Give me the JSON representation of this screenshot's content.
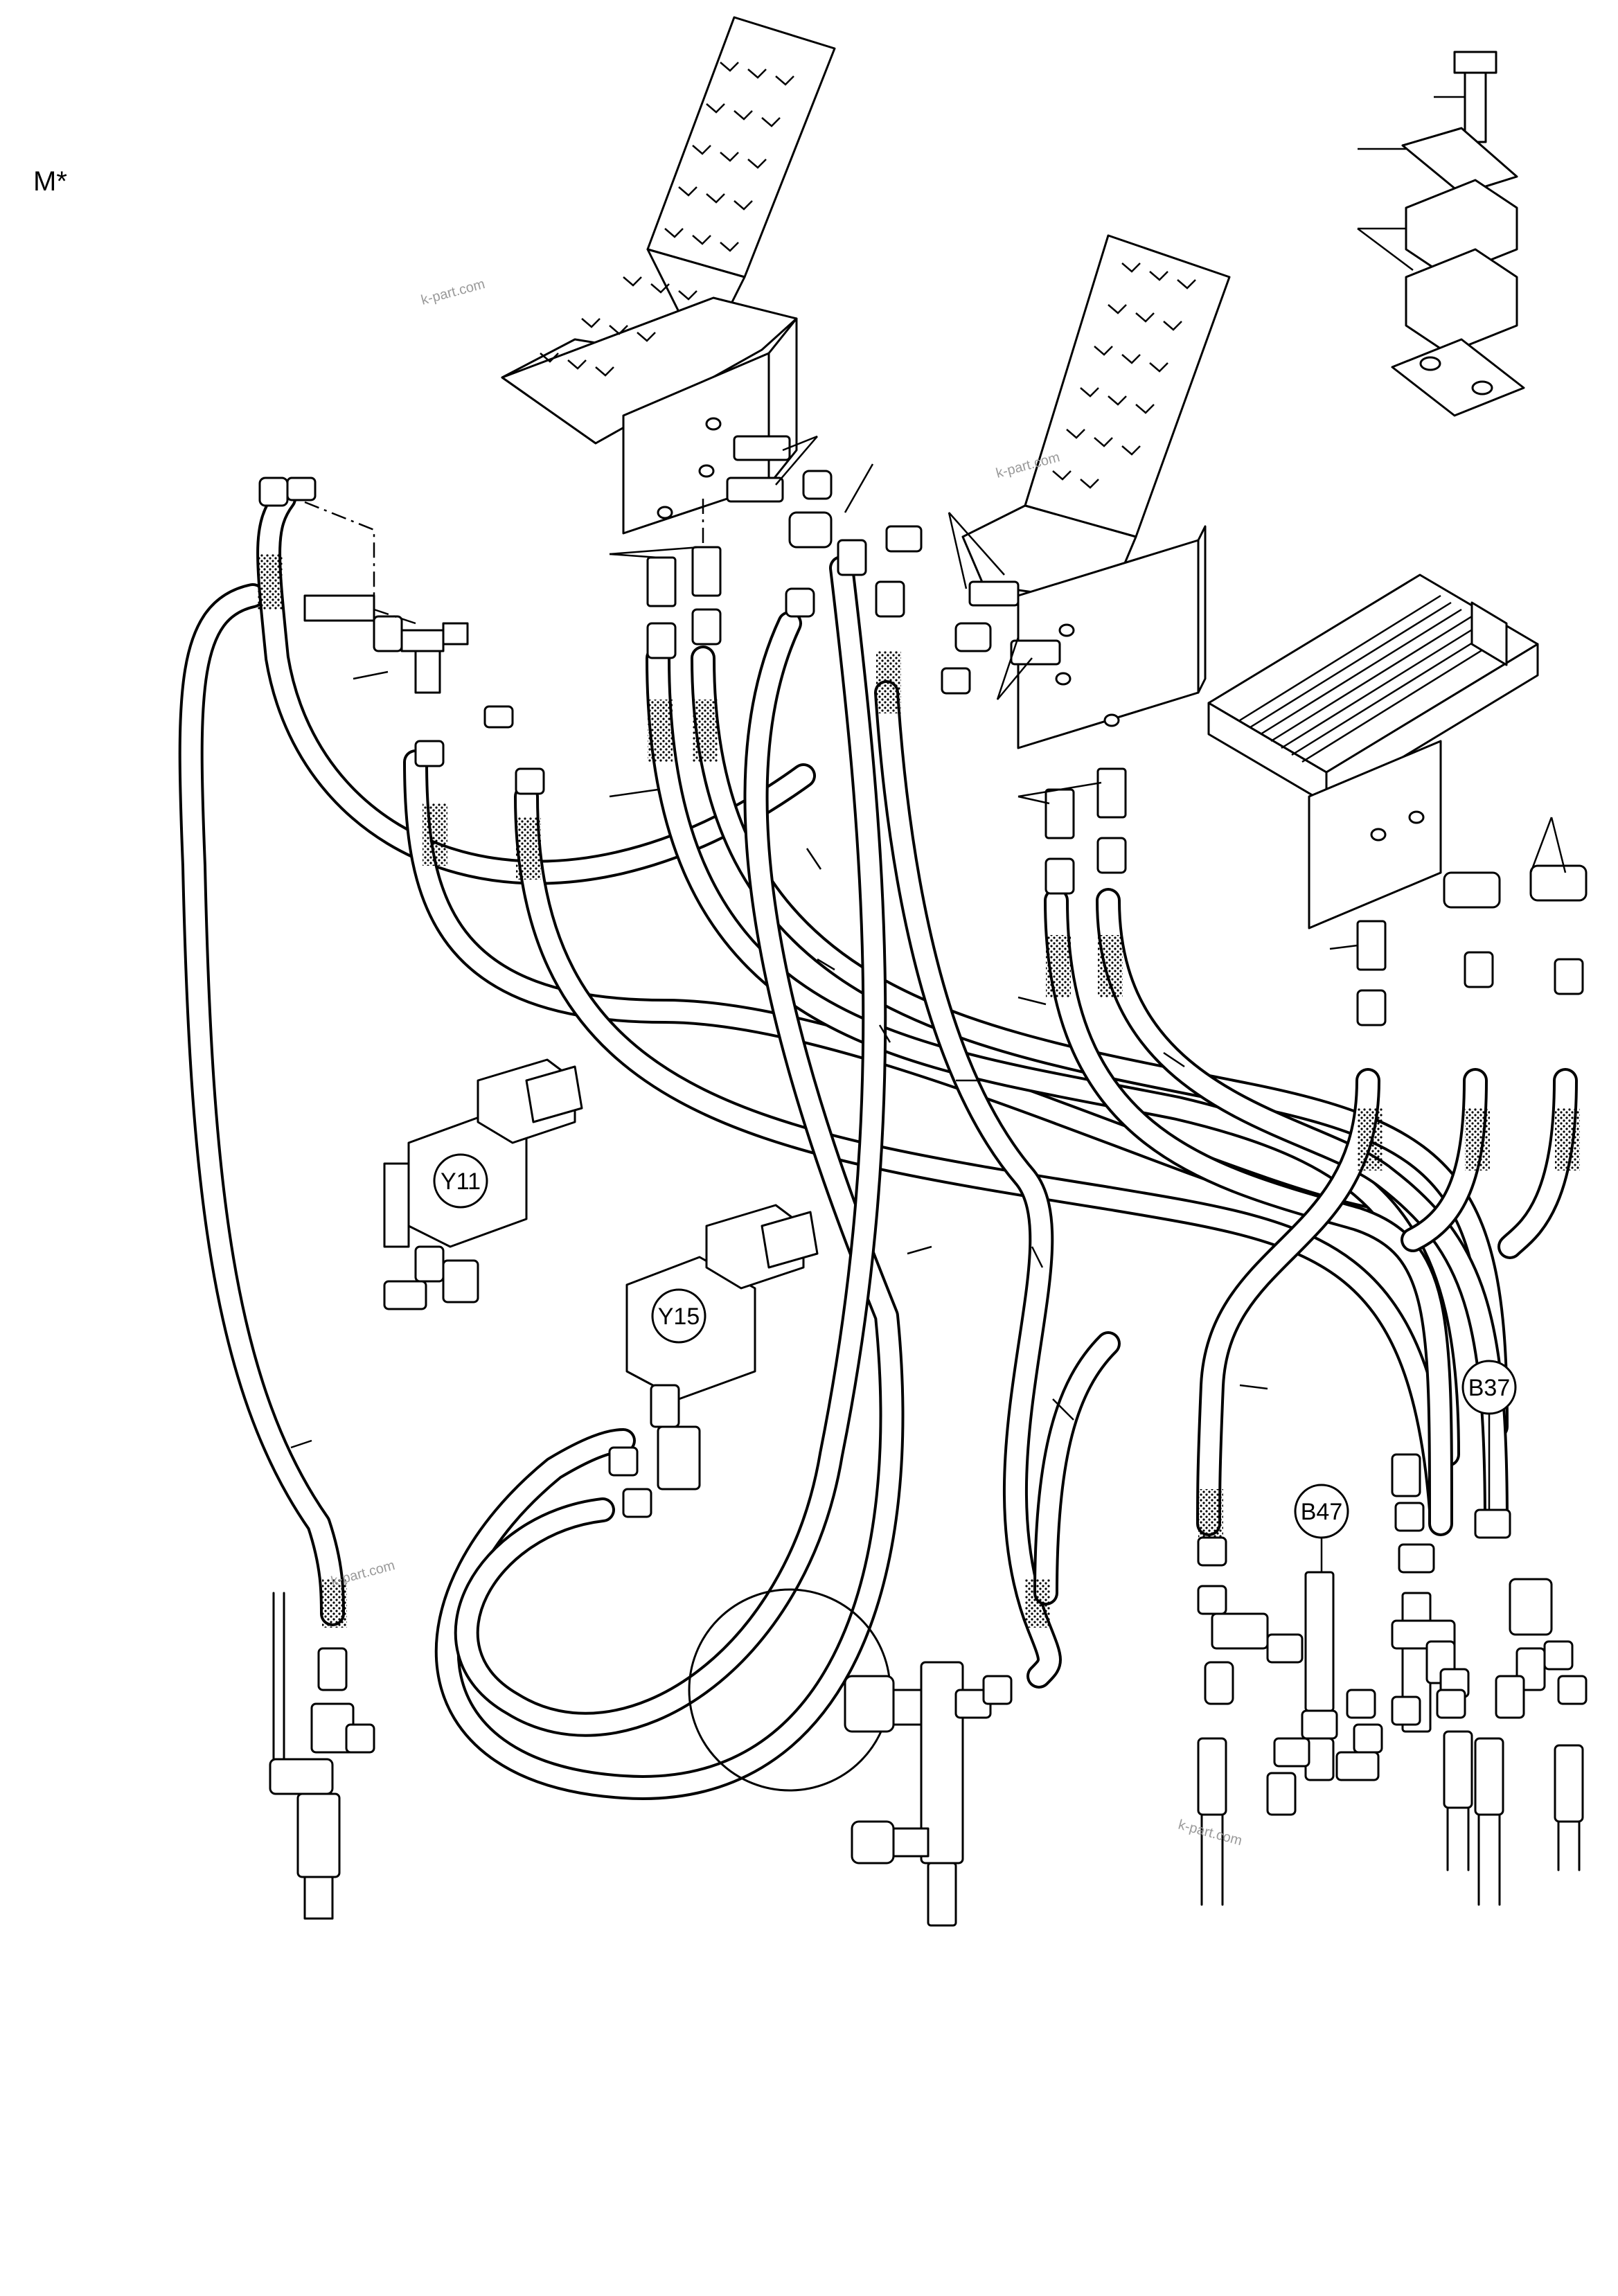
{
  "page_marker": "M*",
  "watermark": "k-part.com",
  "components": [
    {
      "label": "Y11"
    },
    {
      "label": "Y15"
    },
    {
      "label": "B37"
    },
    {
      "label": "B47"
    }
  ]
}
